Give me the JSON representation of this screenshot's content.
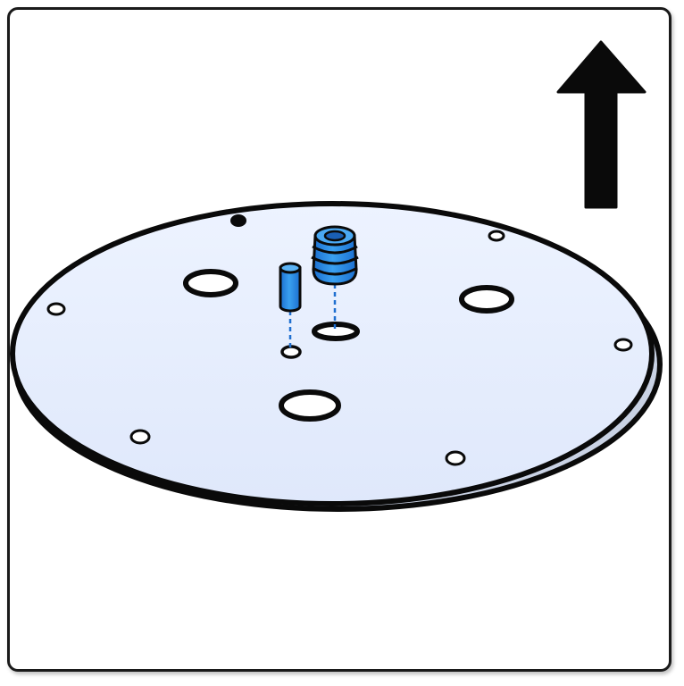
{
  "diagram": {
    "colors": {
      "outline": "#0a0a0a",
      "plate_top": "#e8efff",
      "plate_edge": "#c9d2e4",
      "part_blue": "#2f8ee6",
      "part_blue_dark": "#1a62b8",
      "guide_line": "#1f6fd0",
      "arrow": "#0a0a0a"
    },
    "icons": {
      "direction": "up-arrow-icon",
      "base": "round-base-plate",
      "pin": "cylindrical-dowel-pin",
      "screw": "threaded-insert"
    }
  }
}
